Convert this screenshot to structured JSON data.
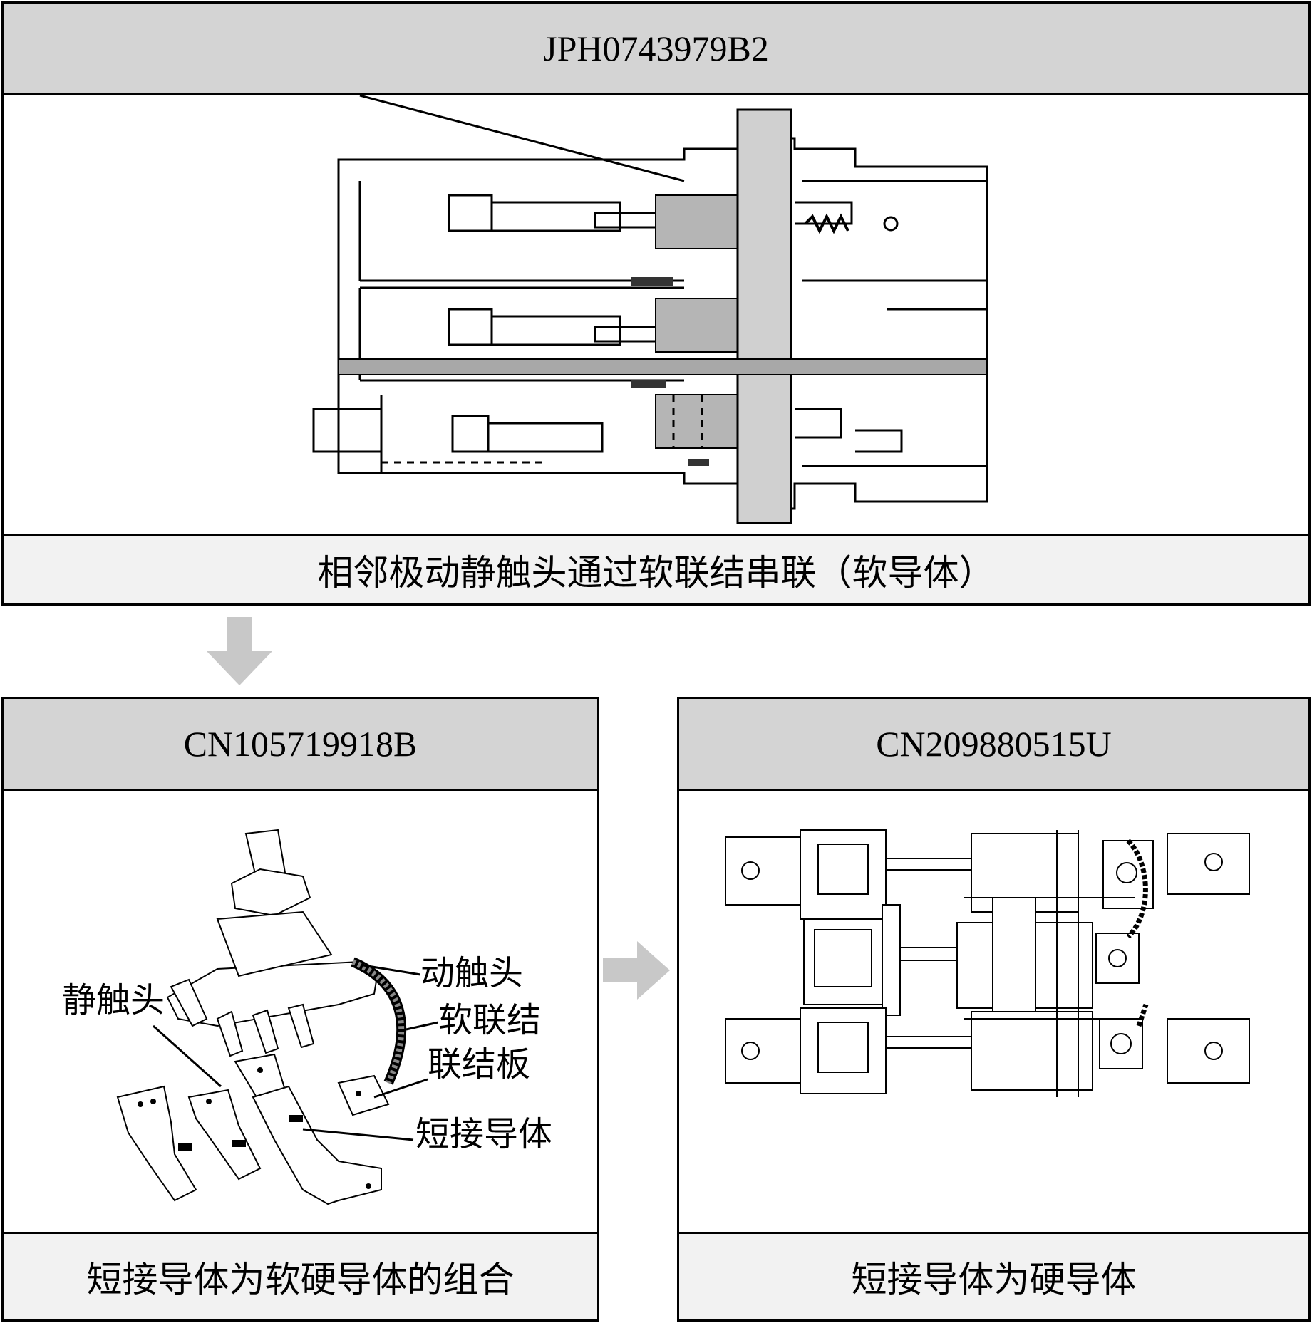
{
  "top_panel": {
    "patent_id": "JPH0743979B2",
    "caption": "相邻极动静触头通过软联结串联（软导体）"
  },
  "left_panel": {
    "patent_id": "CN105719918B",
    "caption": "短接导体为软硬导体的组合",
    "labels": {
      "static_contact": "静触头",
      "moving_contact": "动触头",
      "soft_link": "软联结",
      "link_plate": "联结板",
      "shorting_conductor": "短接导体"
    }
  },
  "right_panel": {
    "patent_id": "CN209880515U",
    "caption": "短接导体为硬导体"
  },
  "colors": {
    "header_bg": "#d4d4d4",
    "arrow": "#c8c8c8",
    "highlight": "#b5b5b5"
  }
}
